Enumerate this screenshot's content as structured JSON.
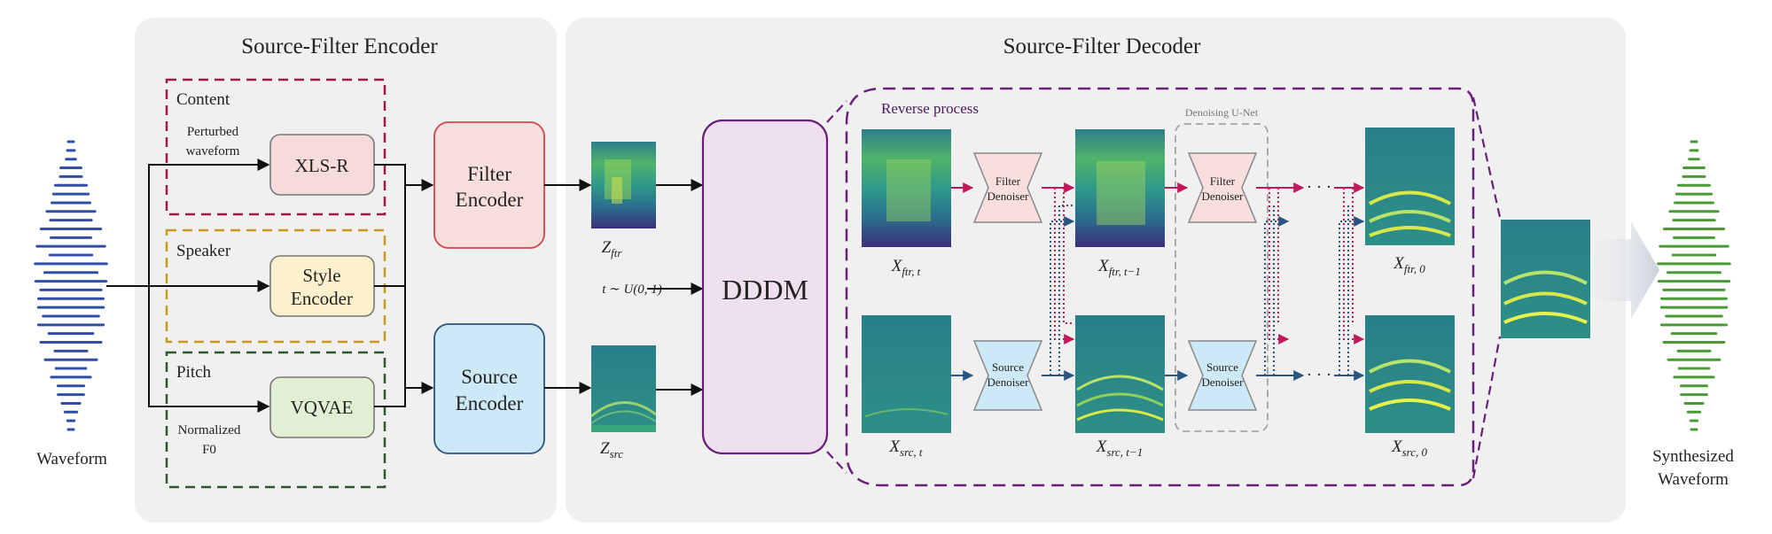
{
  "encoder": {
    "title": "Source-Filter Encoder",
    "content_label": "Content",
    "perturbed_l1": "Perturbed",
    "perturbed_l2": "waveform",
    "xlsr": "XLS-R",
    "speaker_label": "Speaker",
    "style_l1": "Style",
    "style_l2": "Encoder",
    "pitch_label": "Pitch",
    "vqvae": "VQVAE",
    "norm_l1": "Normalized",
    "norm_l2": "F0",
    "filter_enc_l1": "Filter",
    "filter_enc_l2": "Encoder",
    "source_enc_l1": "Source",
    "source_enc_l2": "Encoder"
  },
  "decoder": {
    "title": "Source-Filter Decoder",
    "dddm": "DDDM",
    "t_dist": "t ∼ U(0, 1)",
    "reverse": "Reverse process",
    "unet": "Denoising U-Net",
    "filter_den_l1": "Filter",
    "filter_den_l2": "Denoiser",
    "source_den_l1": "Source",
    "source_den_l2": "Denoiser",
    "dots": "· · ·"
  },
  "latents": {
    "z_ftr": "Z",
    "z_ftr_sub": "ftr",
    "z_src": "Z",
    "z_src_sub": "src"
  },
  "spec_labels": {
    "x_ftr_t": "X",
    "x_ftr_t_sub": "ftr, t",
    "x_ftr_t1": "X",
    "x_ftr_t1_sub": "ftr, t−1",
    "x_ftr_0": "X",
    "x_ftr_0_sub": "ftr, 0",
    "x_src_t": "X",
    "x_src_t_sub": "src, t",
    "x_src_t1": "X",
    "x_src_t1_sub": "src, t−1",
    "x_src_0": "X",
    "x_src_0_sub": "src, 0"
  },
  "io": {
    "input": "Waveform",
    "output_l1": "Synthesized",
    "output_l2": "Waveform"
  },
  "colors": {
    "content": "#a3174b",
    "speaker": "#c79a1c",
    "pitch": "#2c5a2a",
    "reverse": "#6a1f7a",
    "filter_arrow": "#c0185a",
    "source_arrow": "#2a5580",
    "wave_in": "#2f4fa6",
    "wave_out": "#4a9a35"
  }
}
